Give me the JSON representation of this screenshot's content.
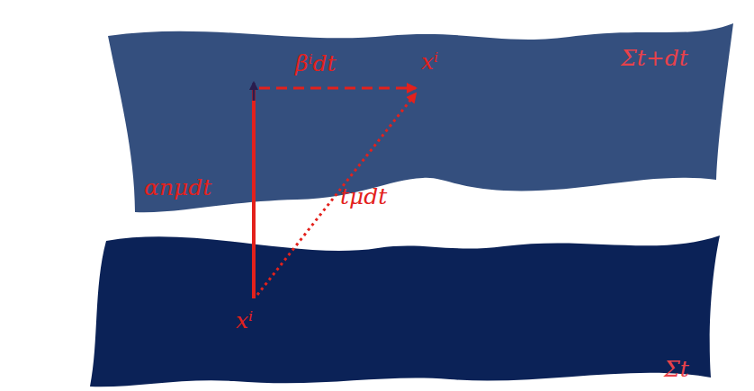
{
  "diagram": {
    "labels": [
      "βⁱdt",
      "xⁱ",
      "Σt+dt",
      "αnμdt",
      "tμdt",
      "xⁱ",
      "Σt"
    ]
  }
}
